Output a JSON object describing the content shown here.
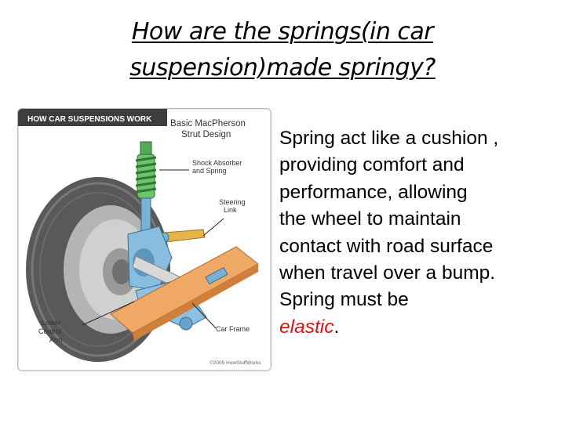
{
  "slide": {
    "title_line1": "How are the springs(in car",
    "title_line2": "suspension)made springy?",
    "body": {
      "lines": [
        "Spring act like a cushion ,",
        "providing comfort and",
        "performance, allowing",
        "the wheel to maintain",
        "contact with road surface",
        "when travel over a bump.",
        "Spring must be"
      ],
      "highlight": "elastic",
      "trailing": "."
    },
    "highlight_color": "#e01010"
  },
  "figure": {
    "header": "HOW CAR SUSPENSIONS WORK",
    "heading_line1": "Basic MacPherson",
    "heading_line2": "Strut Design",
    "labels": {
      "shock_line1": "Shock Absorber",
      "shock_line2": "and Spring",
      "steering_line1": "Steering",
      "steering_line2": "Link",
      "lower_line1": "Lower",
      "lower_line2": "Control",
      "lower_line3": "Arm",
      "frame": "Car Frame"
    },
    "copyright": "©2005 HowStuffWorks"
  }
}
